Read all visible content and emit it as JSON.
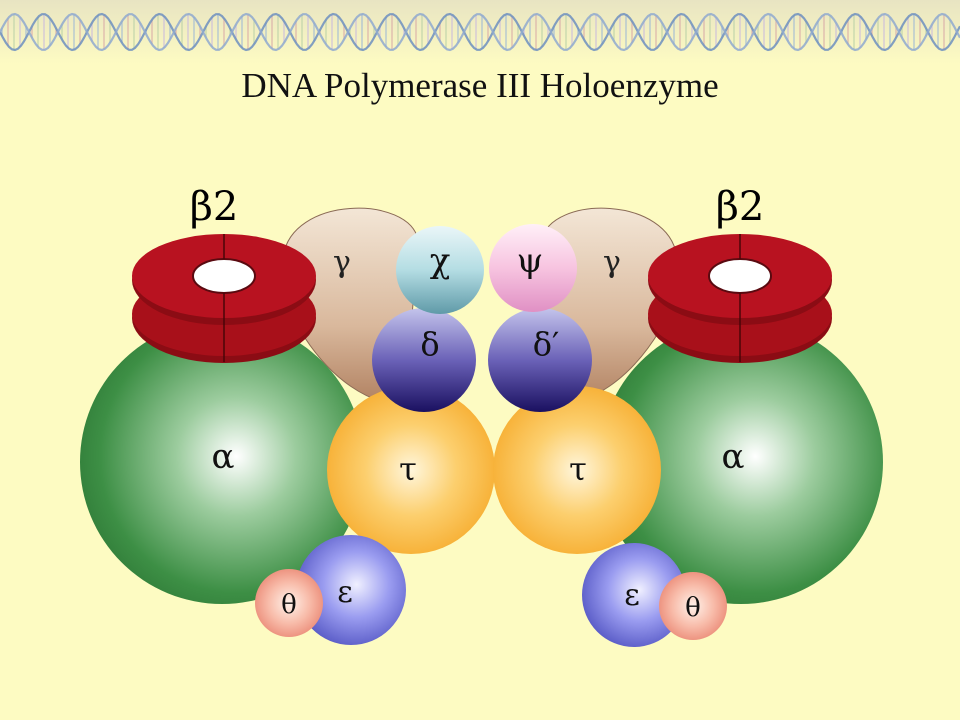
{
  "title": "DNA Polymerase III Holoenzyme",
  "labels": {
    "beta_left": "β2",
    "beta_right": "β2",
    "gamma_left": "γ",
    "gamma_right": "γ",
    "chi": "χ",
    "psi": "ψ",
    "delta": "δ",
    "delta_prime": "δ′",
    "tau_left": "τ",
    "tau_right": "τ",
    "alpha_left": "α",
    "alpha_right": "α",
    "epsilon_left": "ε",
    "epsilon_right": "ε",
    "theta_left": "θ",
    "theta_right": "θ"
  },
  "colors": {
    "background": "#fdfbc2",
    "beta": "#a8101a",
    "gamma": "#d9b8a0",
    "chi": "#a8d4dc",
    "psi": "#f4bcd8",
    "delta": "#4a3f9a",
    "tau": "#f7ae2e",
    "alpha": "#3d8f45",
    "epsilon": "#6f70d8",
    "theta": "#f4a090"
  }
}
